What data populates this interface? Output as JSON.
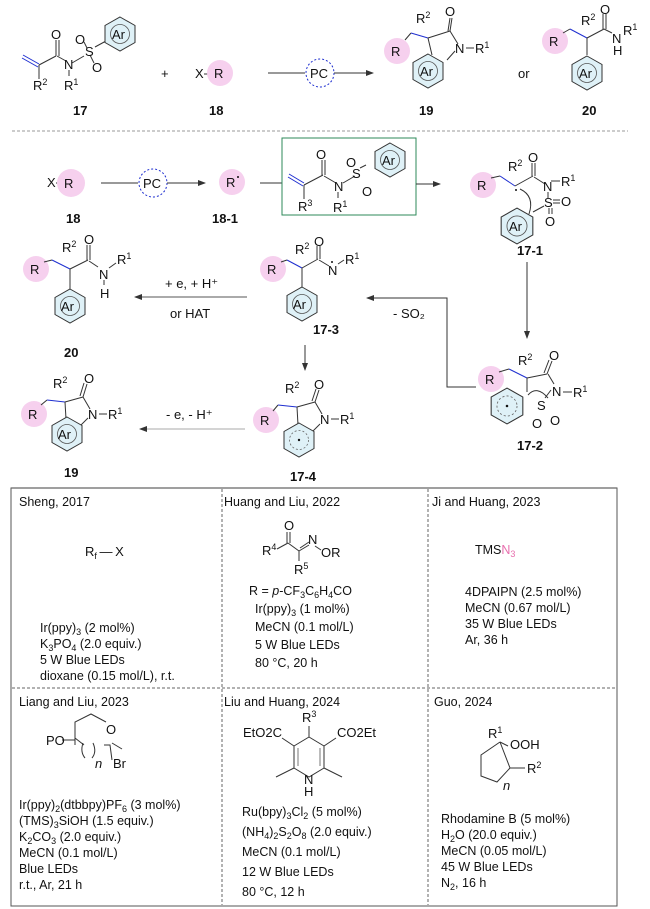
{
  "colors": {
    "r_group_fill": "#f6d0ee",
    "aryl_fill": "#dff1f7",
    "new_bond": "#1f2fd0",
    "box_border": "#2e8a5a",
    "azide_highlight": "#e86fae",
    "line": "#333333"
  },
  "overview": {
    "reagent_17_label": "17",
    "reagent_18_label": "18",
    "product_19_label": "19",
    "product_20_label": "20",
    "plus": "+",
    "or": "or",
    "catalyst": "PC",
    "x": "X",
    "r": "R",
    "ar": "Ar",
    "n": "N",
    "s": "S",
    "o": "O",
    "h": "H"
  },
  "mechanism": {
    "start_label": "18",
    "radical_label": "18-1",
    "catalyst": "PC",
    "intermediates": [
      "17-1",
      "17-2",
      "17-3",
      "17-4"
    ],
    "product_19_label": "19",
    "product_20_label": "20",
    "step_reduction_top": "+ e, + H⁺",
    "step_reduction_bottom": "or HAT",
    "step_desulfonylation": "- SO₂",
    "step_oxidation": "- e, - H⁺"
  },
  "table": {
    "cells": [
      {
        "title": "Sheng, 2017",
        "reagent": "Rf—X",
        "conditions": [
          "Ir(ppy)3 (2 mol%)",
          "K3PO4 (2.0 equiv.)",
          "5 W Blue LEDs",
          "dioxane (0.15 mol/L), r.t."
        ]
      },
      {
        "title": "Huang and Liu, 2022",
        "reagent_note": "R = p-CF3C6H4CO",
        "conditions": [
          "Ir(ppy)3 (1 mol%)",
          "MeCN (0.1 mol/L)",
          "5 W Blue LEDs",
          "80 °C, 20 h"
        ]
      },
      {
        "title": "Ji and Huang, 2023",
        "reagent_prefix": "TMS",
        "reagent_highlight": "N3",
        "conditions": [
          "4DPAIPN (2.5 mol%)",
          "MeCN (0.67 mol/L)",
          "35 W Blue LEDs",
          "Ar, 36 h"
        ]
      },
      {
        "title": "Liang and Liu, 2023",
        "reagent_labels": [
          "PO",
          "O",
          "Br",
          "n"
        ],
        "conditions": [
          "Ir(ppy)2(dtbbpy)PF6 (3 mol%)",
          "(TMS)3SiOH (1.5 equiv.)",
          "K2CO3 (2.0 equiv.)",
          "MeCN (0.1 mol/L)",
          "Blue LEDs",
          "r.t., Ar, 21 h"
        ]
      },
      {
        "title": "Liu and Huang, 2024",
        "reagent_labels": [
          "R3",
          "EtO2C",
          "CO2Et",
          "N",
          "H"
        ],
        "conditions": [
          "Ru(bpy)3Cl2 (5 mol%)",
          "(NH4)2S2O8 (2.0 equiv.)",
          "MeCN (0.1 mol/L)",
          "12 W Blue LEDs",
          "80 °C, 12 h"
        ]
      },
      {
        "title": "Guo, 2024",
        "reagent_labels": [
          "R1",
          "OOH",
          "R2",
          "n"
        ],
        "conditions": [
          "Rhodamine B (5 mol%)",
          "H2O (20.0 equiv.)",
          "MeCN (0.05 mol/L)",
          "45 W Blue LEDs",
          "N2, 16 h"
        ]
      }
    ]
  }
}
